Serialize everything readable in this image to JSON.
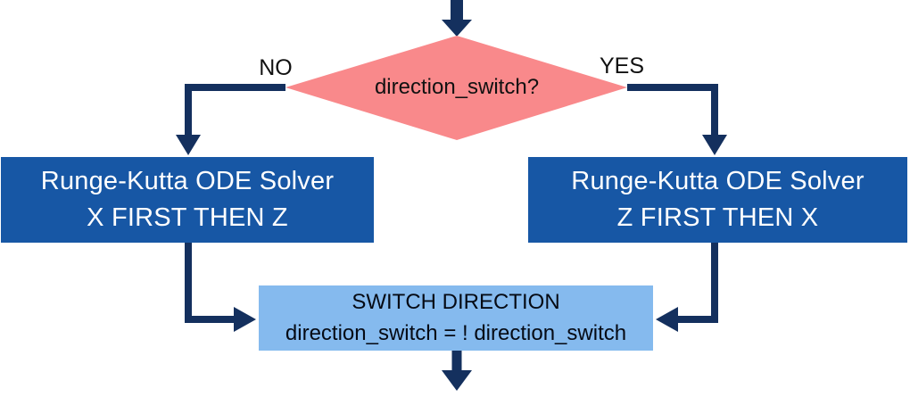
{
  "flowchart": {
    "decision": {
      "label": "direction_switch?"
    },
    "no_label": "NO",
    "yes_label": "YES",
    "solver_left": {
      "line1": "Runge-Kutta ODE Solver",
      "line2": "X FIRST THEN Z"
    },
    "solver_right": {
      "line1": "Runge-Kutta ODE Solver",
      "line2": "Z FIRST THEN X"
    },
    "switch_step": {
      "line1": "SWITCH DIRECTION",
      "line2": "direction_switch = ! direction_switch"
    },
    "colors": {
      "decision_fill": "#F9898B",
      "solver_fill": "#1757A5",
      "switch_fill": "#85BAEE",
      "arrow": "#14305E",
      "solver_text": "#FFFFFF",
      "label_text": "#111111"
    }
  }
}
